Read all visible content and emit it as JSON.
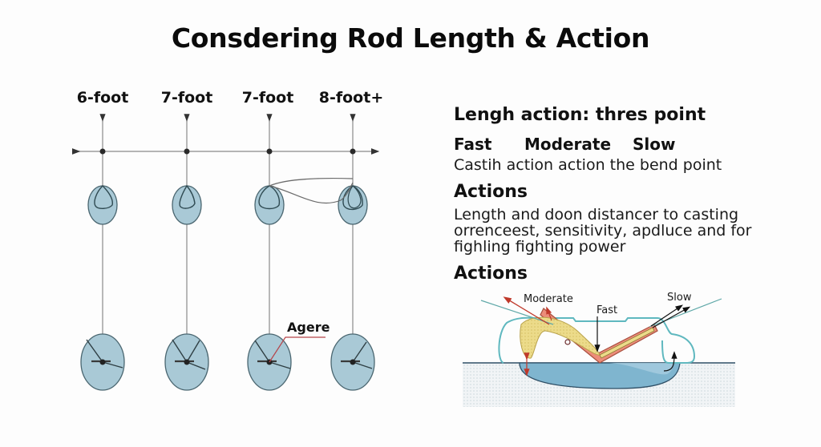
{
  "title": "Consdering Rod Length & Action",
  "rods": [
    {
      "label": "6-foot"
    },
    {
      "label": "7-foot"
    },
    {
      "label": "7-foot"
    },
    {
      "label": "8-foot+"
    }
  ],
  "annotation": "Agere",
  "right_panel": {
    "lead_heading": "Lengh action: thres point",
    "speeds": [
      "Fast",
      "Moderate",
      "Slow"
    ],
    "speed_description": "Castih action action the bend point",
    "actions_heading_1": "Actions",
    "actions_description": "Length and doon distancer to casting orrenceest, sensitivity, apdluce and for fighling fighting power",
    "actions_heading_2": "Actions"
  },
  "action_diagram": {
    "labels": {
      "moderate": "Moderate",
      "fast": "Fast",
      "slow": "Slow"
    }
  },
  "colors": {
    "reel_fill": "#a9c9d6",
    "reel_stroke": "#3f5a63",
    "line_gray": "#8a8a8a",
    "accent_red": "#c0392b",
    "rod_salmon": "#ec8c7a",
    "yellow_fill": "#ecdb8a",
    "teal_outline": "#5fb8bf",
    "water_blue": "#7fb5cf"
  }
}
